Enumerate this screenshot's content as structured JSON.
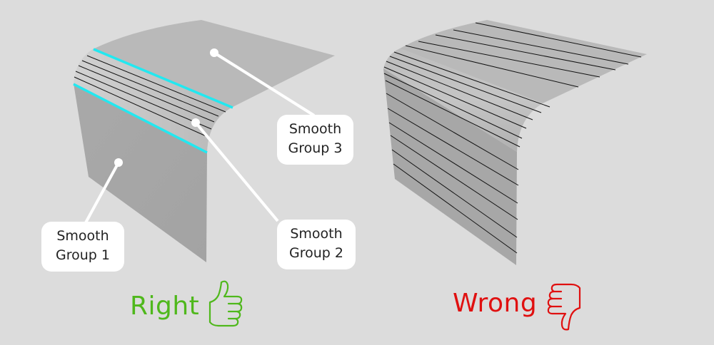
{
  "labels": {
    "group1": [
      "Smooth",
      "Group 1"
    ],
    "group2": [
      "Smooth",
      "Group 2"
    ],
    "group3": [
      "Smooth",
      "Group 3"
    ]
  },
  "verdicts": {
    "right": {
      "text": "Right",
      "color": "#4fb81c",
      "icon": "thumbs-up-icon"
    },
    "wrong": {
      "text": "Wrong",
      "color": "#e01010",
      "icon": "thumbs-down-icon"
    }
  },
  "colors": {
    "background": "#dcdcdc",
    "surface_top": "#b9b9b9",
    "surface_side": "#aaaaaa",
    "seam_highlight": "#22e8f0",
    "edge_lines": "#111111",
    "callout": "#ffffff"
  }
}
